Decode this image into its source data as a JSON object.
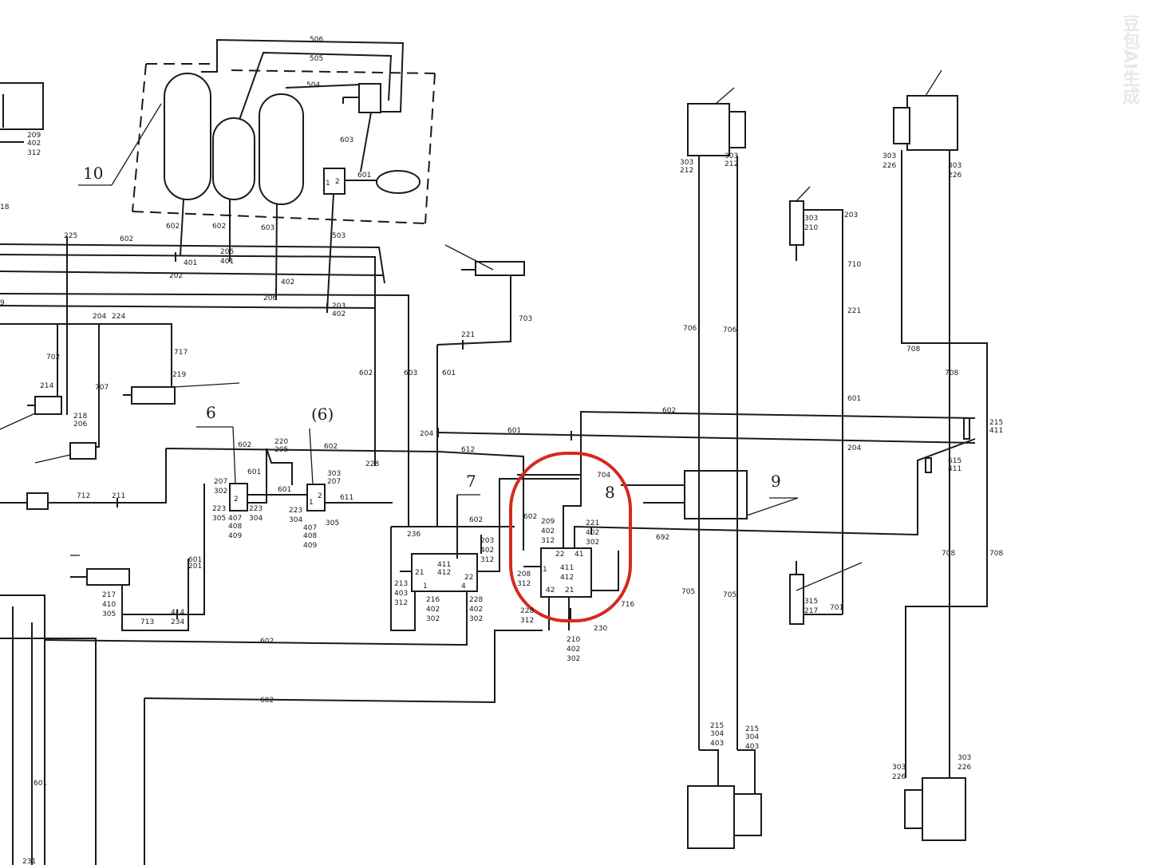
{
  "watermark": "豆包AI生成",
  "components": [
    {
      "id": "n10",
      "text": "10"
    },
    {
      "id": "n6",
      "text": "6"
    },
    {
      "id": "n6b",
      "text": "(6)"
    },
    {
      "id": "n7",
      "text": "7"
    },
    {
      "id": "n8",
      "text": "8"
    },
    {
      "id": "n9",
      "text": "9"
    }
  ],
  "pipes": [
    {
      "id": "p506",
      "text": "506"
    },
    {
      "id": "p505",
      "text": "505"
    },
    {
      "id": "p504",
      "text": "504"
    },
    {
      "id": "p603a",
      "text": "603"
    },
    {
      "id": "p601a",
      "text": "601"
    },
    {
      "id": "p602a",
      "text": "602"
    },
    {
      "id": "p602b",
      "text": "602"
    },
    {
      "id": "p603b",
      "text": "603"
    },
    {
      "id": "p225a",
      "text": "225"
    },
    {
      "id": "p602c",
      "text": "602"
    },
    {
      "id": "p401a",
      "text": "401"
    },
    {
      "id": "p202a",
      "text": "202"
    },
    {
      "id": "p205a",
      "text": "205"
    },
    {
      "id": "p401b",
      "text": "401"
    },
    {
      "id": "p402a",
      "text": "402"
    },
    {
      "id": "p206a",
      "text": "206"
    },
    {
      "id": "p503",
      "text": "503"
    },
    {
      "id": "p203a",
      "text": "203"
    },
    {
      "id": "p402b",
      "text": "402"
    },
    {
      "id": "p204a",
      "text": "204"
    },
    {
      "id": "p224",
      "text": "224"
    },
    {
      "id": "p702",
      "text": "702"
    },
    {
      "id": "p707",
      "text": "707"
    },
    {
      "id": "p717",
      "text": "717"
    },
    {
      "id": "p219",
      "text": "219"
    },
    {
      "id": "p214",
      "text": "214"
    },
    {
      "id": "p218",
      "text": "218"
    },
    {
      "id": "p206b",
      "text": "206"
    },
    {
      "id": "p602d",
      "text": "602"
    },
    {
      "id": "p603c",
      "text": "603"
    },
    {
      "id": "p601b",
      "text": "601"
    },
    {
      "id": "p703",
      "text": "703"
    },
    {
      "id": "p221a",
      "text": "221"
    },
    {
      "id": "p204b",
      "text": "204"
    },
    {
      "id": "p601c",
      "text": "601"
    },
    {
      "id": "p602e",
      "text": "602"
    },
    {
      "id": "p602f",
      "text": "602"
    },
    {
      "id": "p220",
      "text": "220"
    },
    {
      "id": "p205b",
      "text": "205"
    },
    {
      "id": "p602g",
      "text": "602"
    },
    {
      "id": "p228",
      "text": "228"
    },
    {
      "id": "p612",
      "text": "612"
    },
    {
      "id": "p712",
      "text": "712"
    },
    {
      "id": "p211",
      "text": "211"
    },
    {
      "id": "p207a",
      "text": "207"
    },
    {
      "id": "p302a",
      "text": "302"
    },
    {
      "id": "p601d",
      "text": "601"
    },
    {
      "id": "p223a",
      "text": "223"
    },
    {
      "id": "p304a",
      "text": "304"
    },
    {
      "id": "p223b",
      "text": "223"
    },
    {
      "id": "p305a",
      "text": "305"
    },
    {
      "id": "p407a",
      "text": "407"
    },
    {
      "id": "p408a",
      "text": "408"
    },
    {
      "id": "p409a",
      "text": "409"
    },
    {
      "id": "p601e",
      "text": "601"
    },
    {
      "id": "p303",
      "text": "303"
    },
    {
      "id": "p207b",
      "text": "207"
    },
    {
      "id": "p611",
      "text": "611"
    },
    {
      "id": "p223c",
      "text": "223"
    },
    {
      "id": "p304b",
      "text": "304"
    },
    {
      "id": "p305b",
      "text": "305"
    },
    {
      "id": "p407b",
      "text": "407"
    },
    {
      "id": "p408b",
      "text": "408"
    },
    {
      "id": "p409b",
      "text": "409"
    },
    {
      "id": "p601f",
      "text": "601"
    },
    {
      "id": "p217a",
      "text": "217"
    },
    {
      "id": "p410",
      "text": "410"
    },
    {
      "id": "p305c",
      "text": "305"
    },
    {
      "id": "p713",
      "text": "713"
    },
    {
      "id": "p414",
      "text": "414"
    },
    {
      "id": "p234",
      "text": "234"
    },
    {
      "id": "p236",
      "text": "236"
    },
    {
      "id": "p602h",
      "text": "602"
    },
    {
      "id": "p213",
      "text": "213"
    },
    {
      "id": "p403",
      "text": "403"
    },
    {
      "id": "p312a",
      "text": "312"
    },
    {
      "id": "p216",
      "text": "216"
    },
    {
      "id": "p402c",
      "text": "402"
    },
    {
      "id": "p302b",
      "text": "302"
    },
    {
      "id": "p228b",
      "text": "228"
    },
    {
      "id": "p402d",
      "text": "402"
    },
    {
      "id": "p302c",
      "text": "302"
    },
    {
      "id": "p203b",
      "text": "203"
    },
    {
      "id": "p402e",
      "text": "402"
    },
    {
      "id": "p312b",
      "text": "312"
    },
    {
      "id": "p602i",
      "text": "602"
    },
    {
      "id": "p602j",
      "text": "602"
    },
    {
      "id": "p601g",
      "text": "601"
    },
    {
      "id": "p201",
      "text": "201"
    },
    {
      "id": "p704",
      "text": "704"
    },
    {
      "id": "p209",
      "text": "209"
    },
    {
      "id": "p402f",
      "text": "402"
    },
    {
      "id": "p312c",
      "text": "312"
    },
    {
      "id": "p221b",
      "text": "221"
    },
    {
      "id": "p402g",
      "text": "402"
    },
    {
      "id": "p302d",
      "text": "302"
    },
    {
      "id": "p208",
      "text": "208"
    },
    {
      "id": "p312d",
      "text": "312"
    },
    {
      "id": "p228c",
      "text": "228"
    },
    {
      "id": "p312e",
      "text": "312"
    },
    {
      "id": "p210",
      "text": "210"
    },
    {
      "id": "p402h",
      "text": "402"
    },
    {
      "id": "p302e",
      "text": "302"
    },
    {
      "id": "p230",
      "text": "230"
    },
    {
      "id": "p716",
      "text": "716"
    },
    {
      "id": "p692",
      "text": "692"
    },
    {
      "id": "p602k",
      "text": "602"
    },
    {
      "id": "p203c",
      "text": "203"
    },
    {
      "id": "p706a",
      "text": "706"
    },
    {
      "id": "p706b",
      "text": "706"
    },
    {
      "id": "p705a",
      "text": "705"
    },
    {
      "id": "p705b",
      "text": "705"
    },
    {
      "id": "p303a",
      "text": "303"
    },
    {
      "id": "p212a",
      "text": "212"
    },
    {
      "id": "p303b",
      "text": "303"
    },
    {
      "id": "p212b",
      "text": "212"
    },
    {
      "id": "p303c",
      "text": "303"
    },
    {
      "id": "p226a",
      "text": "226"
    },
    {
      "id": "p303d",
      "text": "303"
    },
    {
      "id": "p226b",
      "text": "226"
    },
    {
      "id": "p303e",
      "text": "303"
    },
    {
      "id": "p210b",
      "text": "210"
    },
    {
      "id": "p710",
      "text": "710"
    },
    {
      "id": "p221c",
      "text": "221"
    },
    {
      "id": "p601h",
      "text": "601"
    },
    {
      "id": "p204c",
      "text": "204"
    },
    {
      "id": "p708a",
      "text": "708"
    },
    {
      "id": "p708b",
      "text": "708"
    },
    {
      "id": "p708c",
      "text": "708"
    },
    {
      "id": "p708d",
      "text": "708"
    },
    {
      "id": "p215a",
      "text": "215"
    },
    {
      "id": "p411a",
      "text": "411"
    },
    {
      "id": "p615",
      "text": "615"
    },
    {
      "id": "p411b",
      "text": "411"
    },
    {
      "id": "p315",
      "text": "315"
    },
    {
      "id": "p217b",
      "text": "217"
    },
    {
      "id": "p701",
      "text": "701"
    },
    {
      "id": "p215b",
      "text": "215"
    },
    {
      "id": "p304c",
      "text": "304"
    },
    {
      "id": "p403b",
      "text": "403"
    },
    {
      "id": "p215c",
      "text": "215"
    },
    {
      "id": "p304d",
      "text": "304"
    },
    {
      "id": "p403c",
      "text": "403"
    },
    {
      "id": "p303f",
      "text": "303"
    },
    {
      "id": "p226c",
      "text": "226"
    },
    {
      "id": "p303g",
      "text": "303"
    },
    {
      "id": "p226d",
      "text": "226"
    },
    {
      "id": "p209b",
      "text": "209"
    },
    {
      "id": "p402i",
      "text": "402"
    },
    {
      "id": "p312f",
      "text": "312"
    },
    {
      "id": "p19",
      "text": "18"
    },
    {
      "id": "p9",
      "text": "9"
    },
    {
      "id": "p231",
      "text": "231"
    }
  ],
  "valve_ports": [
    {
      "id": "v7_411",
      "text": "411"
    },
    {
      "id": "v7_412",
      "text": "412"
    },
    {
      "id": "v7_21",
      "text": "21"
    },
    {
      "id": "v7_22",
      "text": "22"
    },
    {
      "id": "v7_1",
      "text": "1"
    },
    {
      "id": "v7_4",
      "text": "4"
    },
    {
      "id": "v8_22",
      "text": "22"
    },
    {
      "id": "v8_41",
      "text": "41"
    },
    {
      "id": "v8_1",
      "text": "1"
    },
    {
      "id": "v8_411",
      "text": "411"
    },
    {
      "id": "v8_412",
      "text": "412"
    },
    {
      "id": "v8_42",
      "text": "42"
    },
    {
      "id": "v8_21",
      "text": "21"
    },
    {
      "id": "v6_2",
      "text": "2"
    },
    {
      "id": "v6b_1",
      "text": "1"
    },
    {
      "id": "v6b_2",
      "text": "2"
    },
    {
      "id": "v601_1",
      "text": "1"
    },
    {
      "id": "v601_2",
      "text": "2"
    }
  ]
}
